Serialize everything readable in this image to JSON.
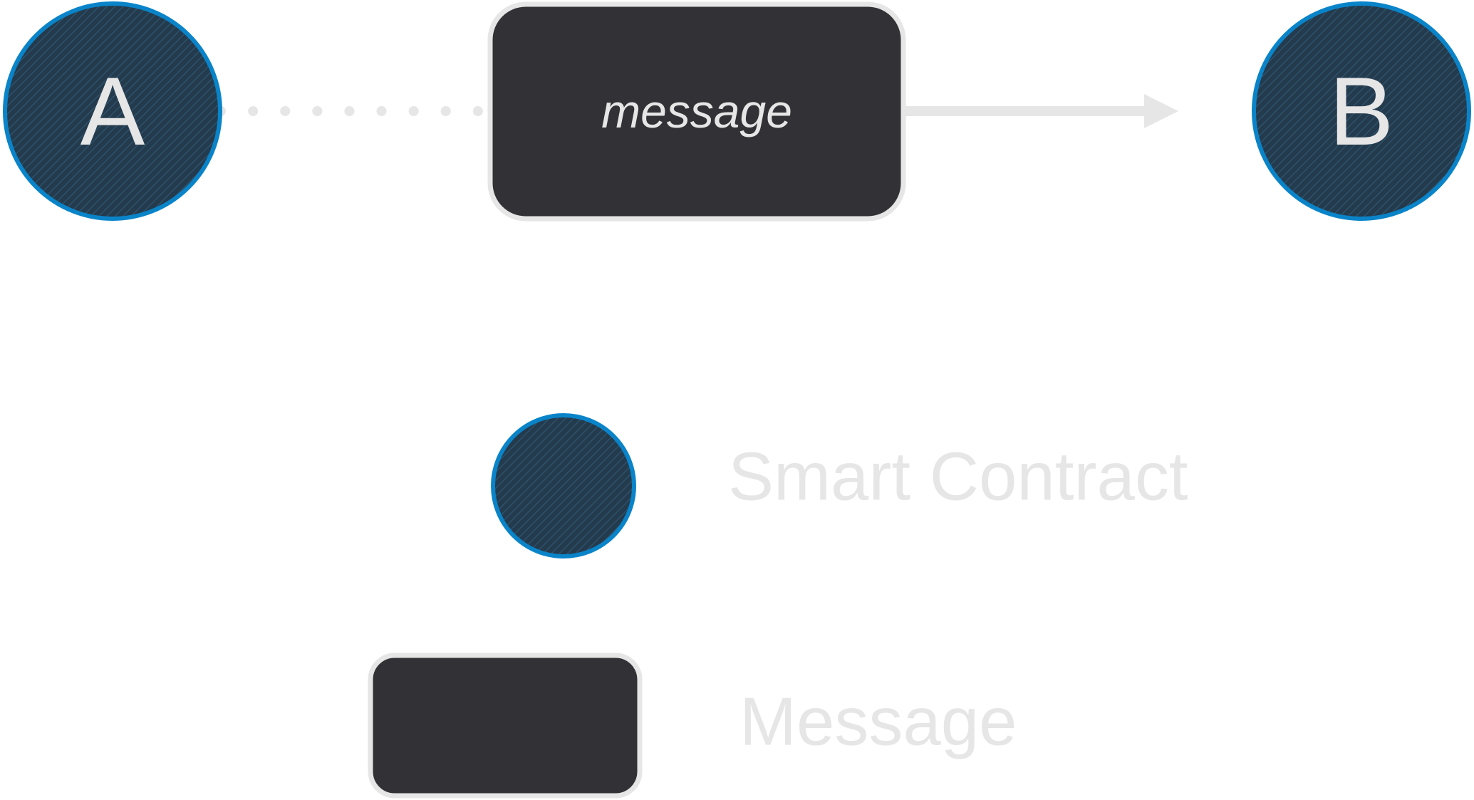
{
  "nodes": {
    "a": {
      "label": "A"
    },
    "b": {
      "label": "B"
    }
  },
  "message": {
    "label": "message"
  },
  "legend": {
    "smart_contract": {
      "label": "Smart Contract"
    },
    "message": {
      "label": "Message"
    }
  },
  "colors": {
    "background": "#ffffff",
    "node_fill": "#243b4d",
    "node_border": "#0a84c9",
    "box_fill": "#323236",
    "box_border": "#e6e6e6",
    "connector": "#e6e6e6",
    "text": "#e6e6e6"
  }
}
